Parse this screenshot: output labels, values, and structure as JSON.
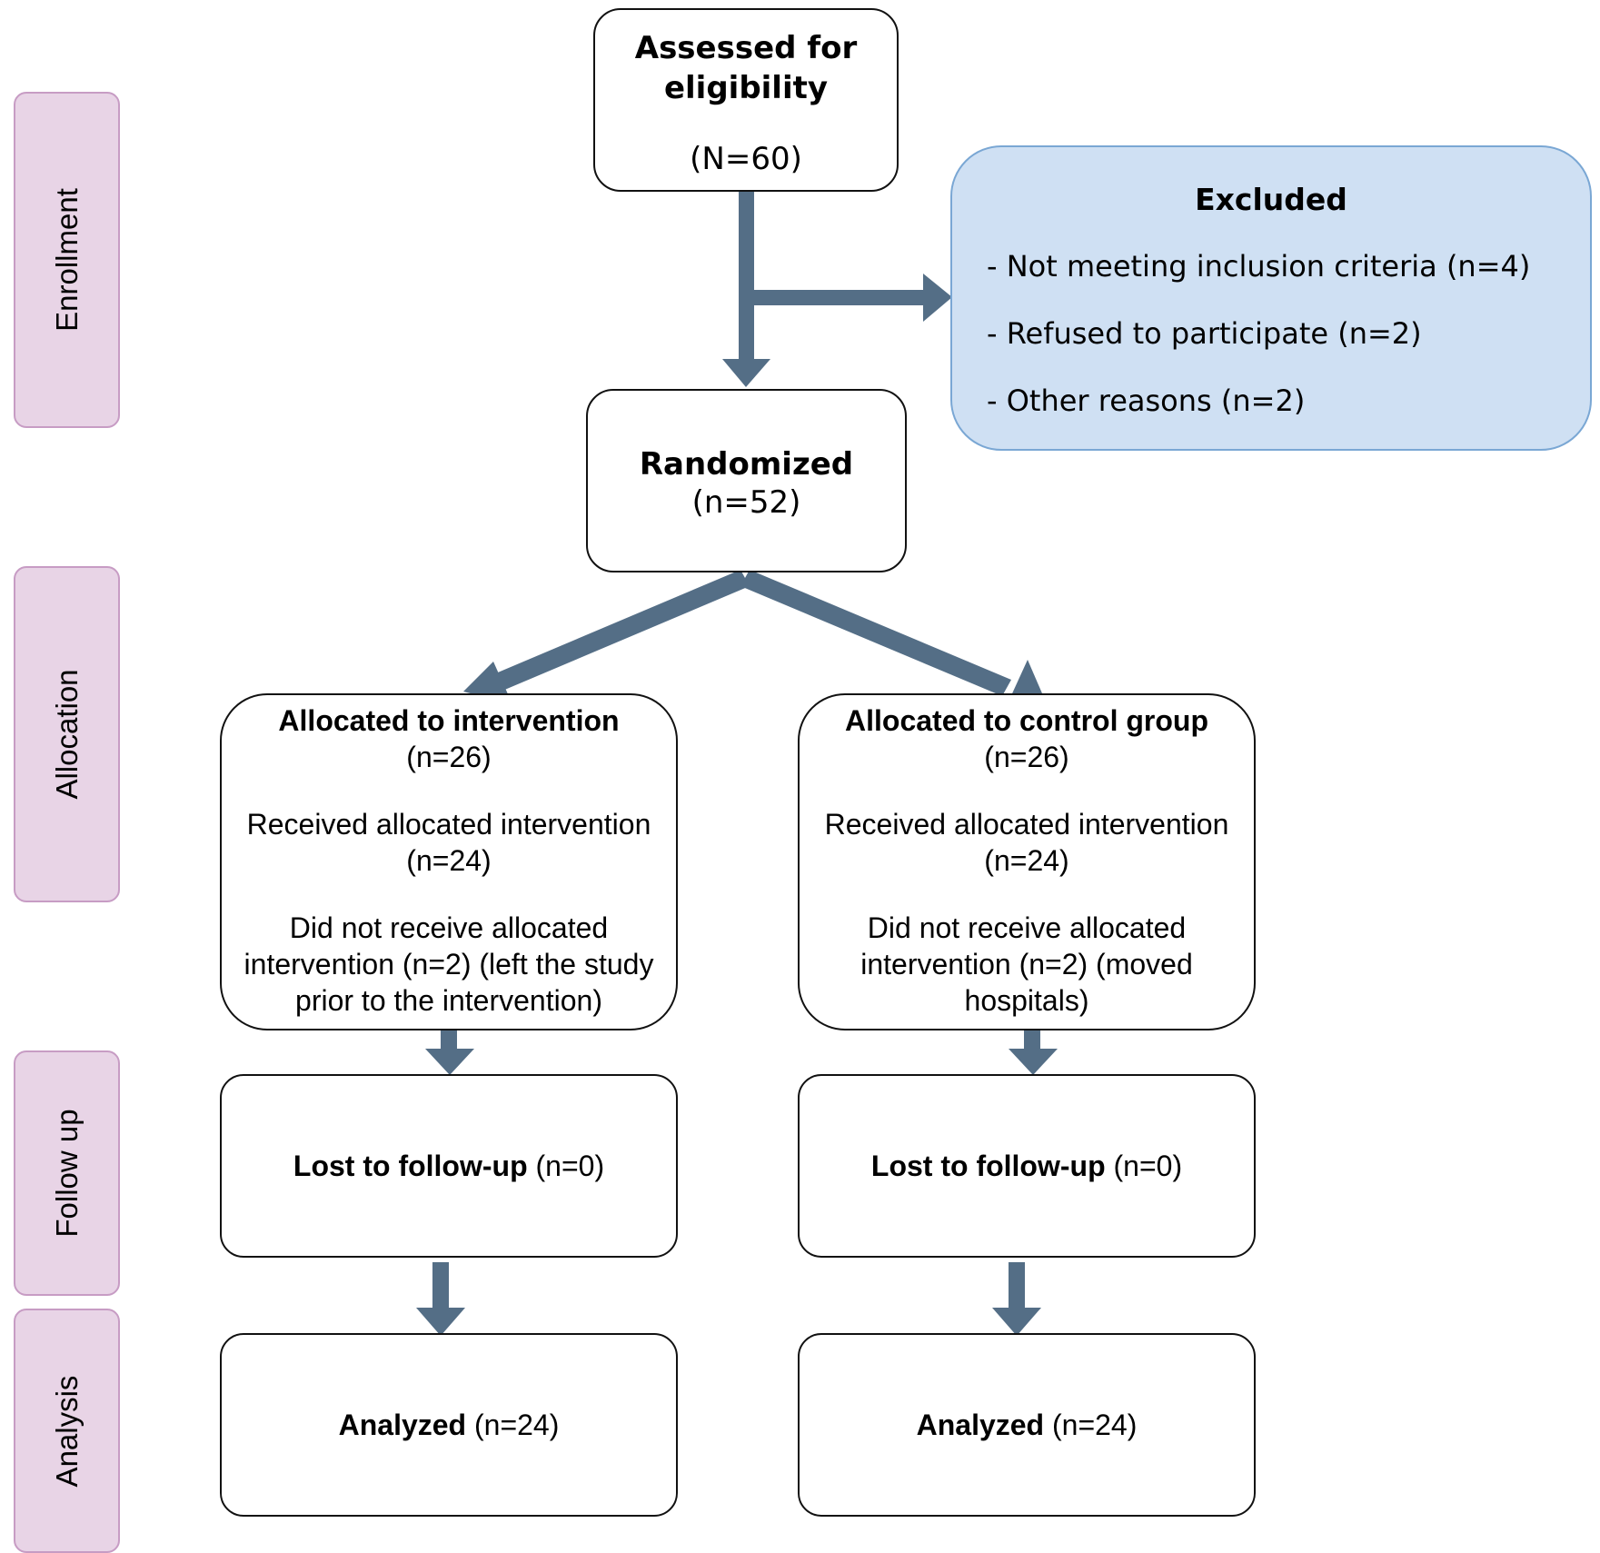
{
  "stages": {
    "enrollment": "Enrollment",
    "allocation": "Allocation",
    "follow_up": "Follow up",
    "analysis": "Analysis"
  },
  "assessed": {
    "title_line1": "Assessed for",
    "title_line2": "eligibility",
    "count": "(N=60)"
  },
  "excluded": {
    "title": "Excluded",
    "reasons": [
      "- Not meeting inclusion criteria (n=4)",
      "- Refused to participate (n=2)",
      "- Other reasons (n=2)"
    ]
  },
  "randomized": {
    "title": "Randomized",
    "count": "(n=52)"
  },
  "intervention": {
    "allocated": {
      "title": "Allocated to intervention",
      "count": "(n=26)"
    },
    "received": {
      "label": "Received allocated intervention",
      "count": "(n=24)"
    },
    "not_received": [
      "Did not receive allocated",
      "intervention (n=2) (left the study",
      "prior to the intervention)"
    ],
    "lost": {
      "label": "Lost to follow-up",
      "count": "(n=0)"
    },
    "analyzed": {
      "label": "Analyzed",
      "count": "(n=24)"
    }
  },
  "control": {
    "allocated": {
      "title": "Allocated to control group",
      "count": "(n=26)"
    },
    "received": {
      "label": "Received allocated intervention",
      "count": "(n=24)"
    },
    "not_received": [
      "Did not receive allocated",
      "intervention (n=2) (moved",
      "hospitals)"
    ],
    "lost": {
      "label": "Lost to follow-up",
      "count": "(n=0)"
    },
    "analyzed": {
      "label": "Analyzed",
      "count": "(n=24)"
    }
  },
  "colors": {
    "arrow": "#546e86",
    "stage_fill": "#e8d4e6",
    "stage_border": "#c79cc4",
    "excluded_fill": "#cfe0f3",
    "excluded_border": "#7aa7d4"
  }
}
